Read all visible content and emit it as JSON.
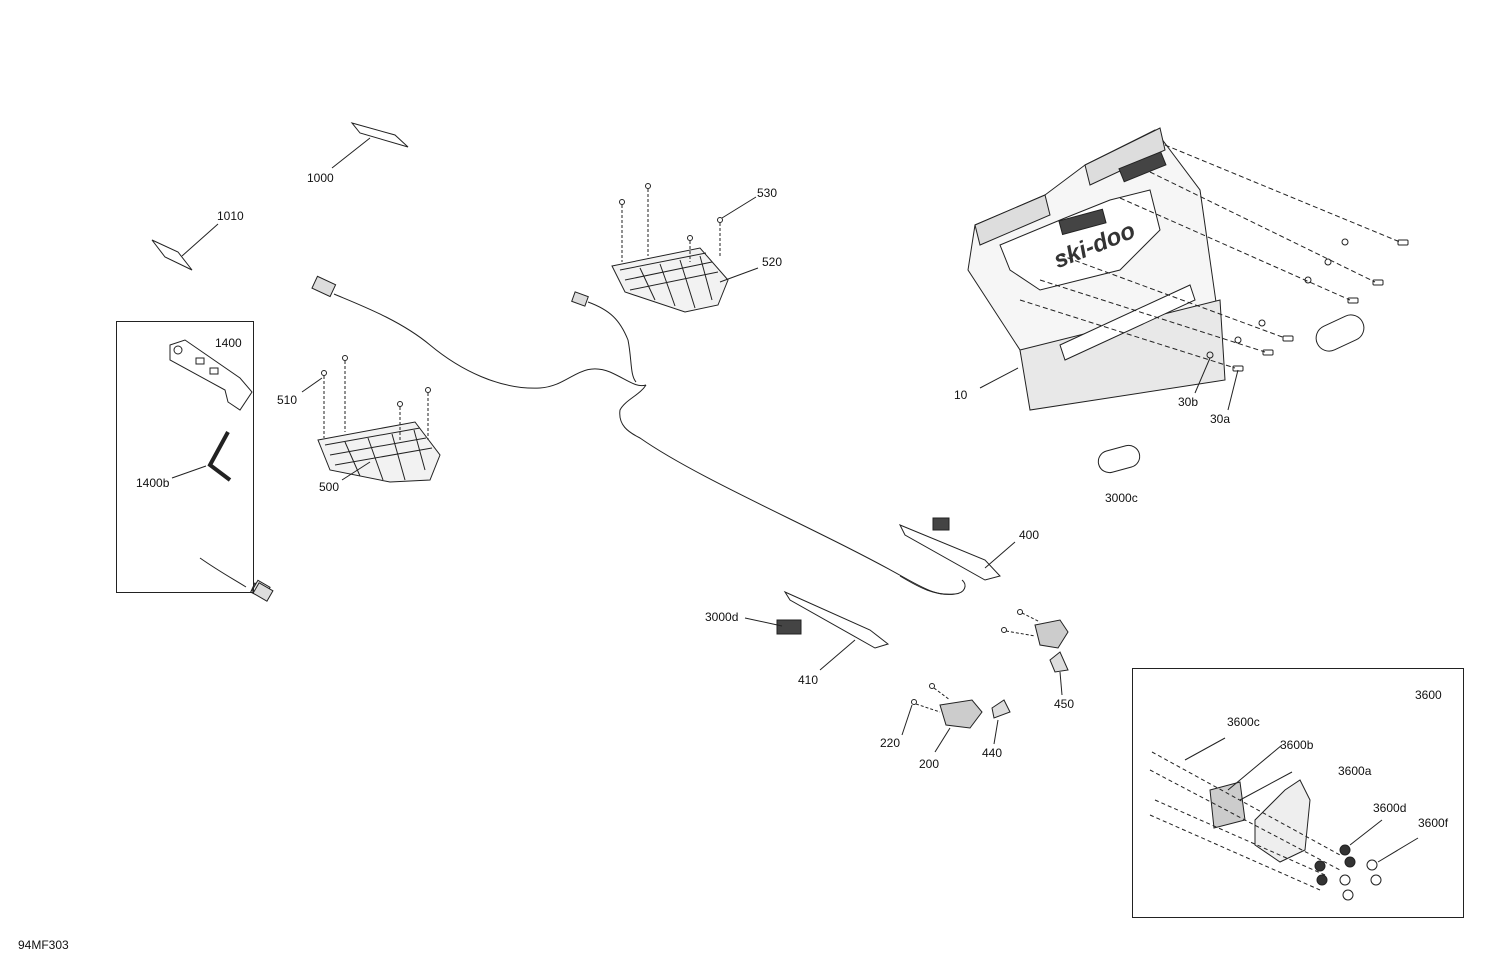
{
  "diagram_ref": "94MF303",
  "brand_text": "ski-doo",
  "parts": [
    {
      "id": "p1000",
      "label": "1000"
    },
    {
      "id": "p1010",
      "label": "1010"
    },
    {
      "id": "p530",
      "label": "530"
    },
    {
      "id": "p520",
      "label": "520"
    },
    {
      "id": "p1400",
      "label": "1400"
    },
    {
      "id": "p1400b",
      "label": "1400b"
    },
    {
      "id": "p510",
      "label": "510"
    },
    {
      "id": "p500",
      "label": "500"
    },
    {
      "id": "p10",
      "label": "10"
    },
    {
      "id": "p30b",
      "label": "30b"
    },
    {
      "id": "p30a",
      "label": "30a"
    },
    {
      "id": "p3000c",
      "label": "3000c"
    },
    {
      "id": "p400",
      "label": "400"
    },
    {
      "id": "p3000d",
      "label": "3000d"
    },
    {
      "id": "p410",
      "label": "410"
    },
    {
      "id": "p450",
      "label": "450"
    },
    {
      "id": "p220",
      "label": "220"
    },
    {
      "id": "p200",
      "label": "200"
    },
    {
      "id": "p440",
      "label": "440"
    },
    {
      "id": "p3600",
      "label": "3600"
    },
    {
      "id": "p3600c",
      "label": "3600c"
    },
    {
      "id": "p3600b",
      "label": "3600b"
    },
    {
      "id": "p3600a",
      "label": "3600a"
    },
    {
      "id": "p3600d",
      "label": "3600d"
    },
    {
      "id": "p3600f",
      "label": "3600f"
    }
  ]
}
